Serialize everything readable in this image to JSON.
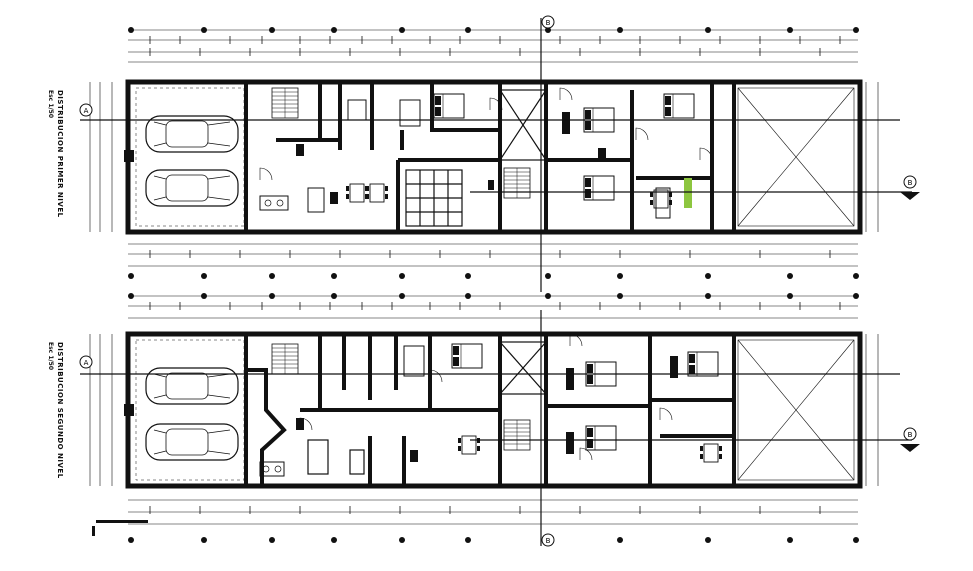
{
  "plans": [
    {
      "id": "first-floor",
      "title": "DISTRIBUCION PRIMER NIVEL",
      "scale": "Esc 1/50"
    },
    {
      "id": "second-floor",
      "title": "DISTRIBUCION SEGUNDO NIVEL",
      "scale": "Esc 1/50"
    }
  ],
  "section_marks": [
    "A",
    "A",
    "B",
    "B",
    "B",
    "B"
  ],
  "colors": {
    "ink": "#111111",
    "highlight": "#8dc63f"
  }
}
